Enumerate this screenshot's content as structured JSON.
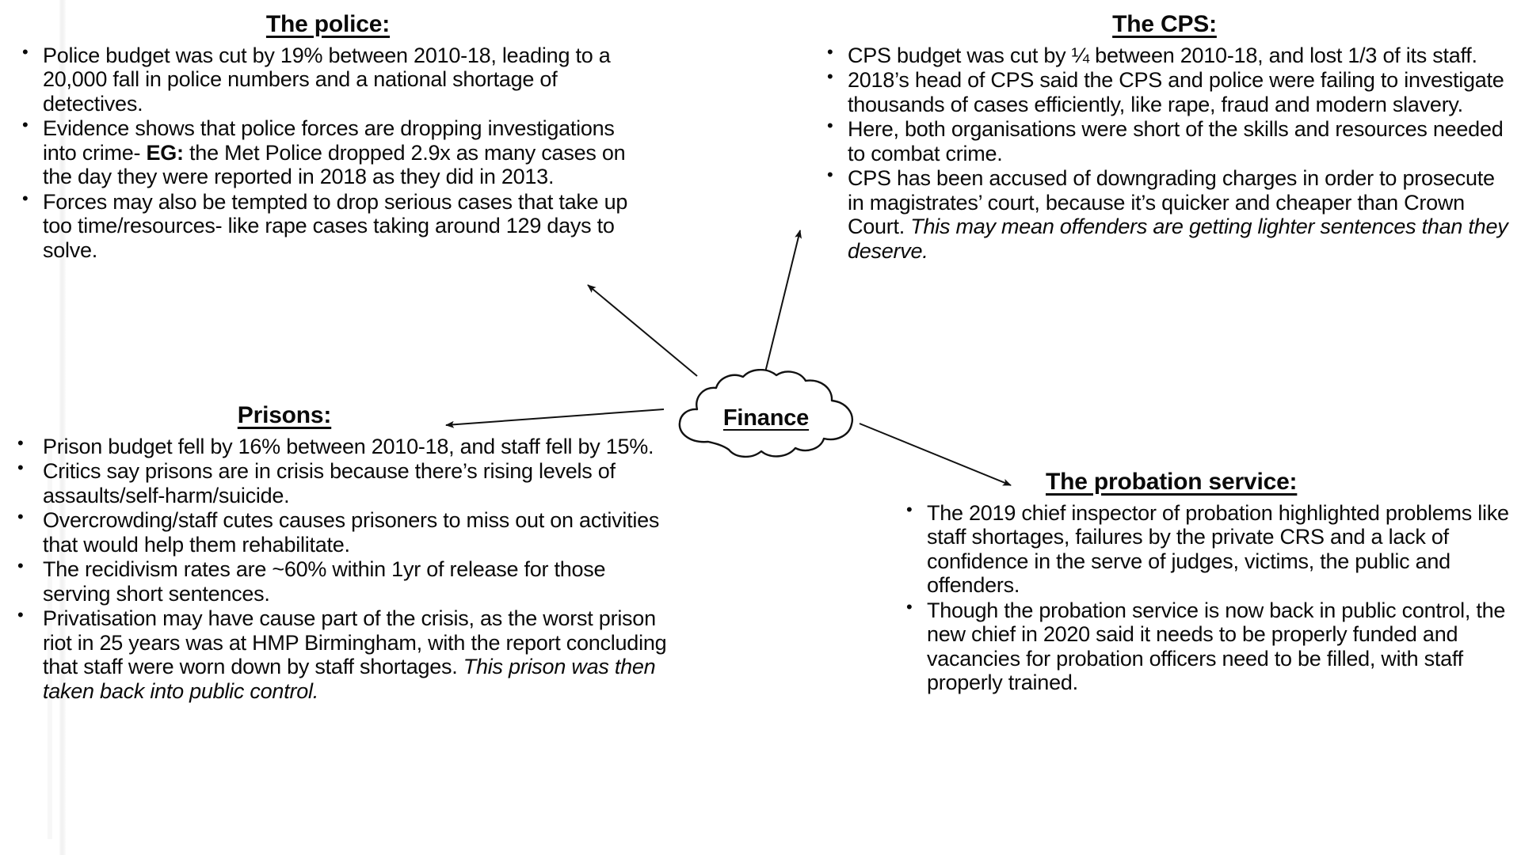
{
  "center": {
    "label": "Finance",
    "shape": "cloud"
  },
  "branches": [
    {
      "id": "police",
      "heading": "The police:",
      "bullets": [
        "Police budget was cut by 19% between 2010-18, leading to a 20,000 fall in police numbers and a national shortage of detectives.",
        "Evidence shows that police forces are dropping investigations into crime- EG: the Met Police dropped 2.9x as many cases on the day they were reported in 2018 as they did in 2013.",
        "Forces may also be tempted to drop serious cases that take up too time/resources- like rape cases taking around 129 days to solve."
      ]
    },
    {
      "id": "cps",
      "heading": "The CPS:",
      "bullets": [
        "CPS budget was cut by ¼ between 2010-18, and lost 1/3 of its staff.",
        "2018’s head of CPS said the CPS and police were failing to investigate thousands of cases efficiently, like rape, fraud and modern slavery.",
        "Here, both organisations were short of the skills and resources needed to combat crime.",
        "CPS has been accused of downgrading charges in order to prosecute in magistrates’ court, because it’s quicker and cheaper than Crown Court. This may mean offenders are getting lighter sentences than they deserve."
      ]
    },
    {
      "id": "prisons",
      "heading": "Prisons:",
      "bullets": [
        "Prison budget fell by 16% between 2010-18, and staff fell by 15%.",
        "Critics say prisons are in crisis because there’s rising levels of assaults/self-harm/suicide.",
        "Overcrowding/staff cutes causes prisoners to miss out on activities that would help them rehabilitate.",
        "The recidivism rates are ~60% within 1yr of release for those serving short sentences.",
        "Privatisation may have cause part of the crisis, as the worst prison riot in 25 years was at HMP Birmingham, with the report concluding that staff were worn down by staff shortages. This prison was then taken back into public control."
      ]
    },
    {
      "id": "probation",
      "heading": "The probation service:",
      "bullets": [
        "The 2019 chief inspector of probation highlighted problems like staff shortages, failures by the private CRS and a lack of confidence in the serve of judges, victims, the public and offenders.",
        "Though the probation service is now back in public control, the new chief in 2020 said it needs to be properly funded and vacancies for probation officers need to be filled, with staff properly trained."
      ]
    }
  ],
  "police": {
    "heading": "The police:",
    "b1_a": "Police budget was cut by 19% between 2010-18, leading to a 20,000 fall in police numbers and a national shortage of detectives.",
    "b2_a": "Evidence shows that police forces are dropping investigations into crime- ",
    "b2_eg": "EG:",
    "b2_b": " the Met Police dropped 2.9x as many cases on the day they were reported in 2018 as they did in 2013.",
    "b3_a": "Forces may also be tempted to drop serious cases that take up too time/resources- like rape cases taking around 129 days to solve."
  },
  "cps": {
    "heading": "The CPS:",
    "b1": "CPS budget was cut by ¼ between 2010-18, and lost 1/3 of its staff.",
    "b2": "2018’s head of CPS said the CPS and police were failing to investigate thousands of cases efficiently, like rape, fraud and modern slavery.",
    "b3": "Here, both organisations were short of the skills and resources needed to combat crime.",
    "b4_a": "CPS has been accused of downgrading charges in order to prosecute in magistrates’ court, because it’s quicker and cheaper than Crown Court. ",
    "b4_i": "This may mean offenders are getting lighter sentences than they deserve."
  },
  "prisons": {
    "heading": "Prisons:",
    "b1": "Prison budget fell by 16% between 2010-18, and staff fell by 15%.",
    "b2": "Critics say prisons are in crisis because there’s rising levels of assaults/self-harm/suicide.",
    "b3": "Overcrowding/staff cutes causes prisoners to miss out on activities that would help them rehabilitate.",
    "b4": "The recidivism rates are ~60% within 1yr of release for those serving short sentences.",
    "b5_a": "Privatisation may have cause part of the crisis, as the worst prison riot in 25 years was at HMP Birmingham, with the report concluding that staff were worn down by staff shortages. ",
    "b5_i": "This prison was then taken back into public control."
  },
  "probation": {
    "heading": "The probation service:",
    "b1": "The 2019 chief inspector of probation highlighted problems like staff shortages, failures by the private CRS and a lack of confidence in the serve of judges, victims, the public and offenders.",
    "b2": "Though the probation service is now back in public control, the new chief in 2020 said it needs to be properly funded and vacancies for probation officers need to be filled, with staff properly trained."
  },
  "connectors": [
    {
      "from": "finance",
      "to": "police",
      "direction": "up-left"
    },
    {
      "from": "finance",
      "to": "cps",
      "direction": "up-right"
    },
    {
      "from": "finance",
      "to": "prisons",
      "direction": "left"
    },
    {
      "from": "finance",
      "to": "probation",
      "direction": "down-right"
    }
  ],
  "colors": {
    "ink": "#0a0a0a",
    "background": "#ffffff",
    "connector": "#111111"
  }
}
